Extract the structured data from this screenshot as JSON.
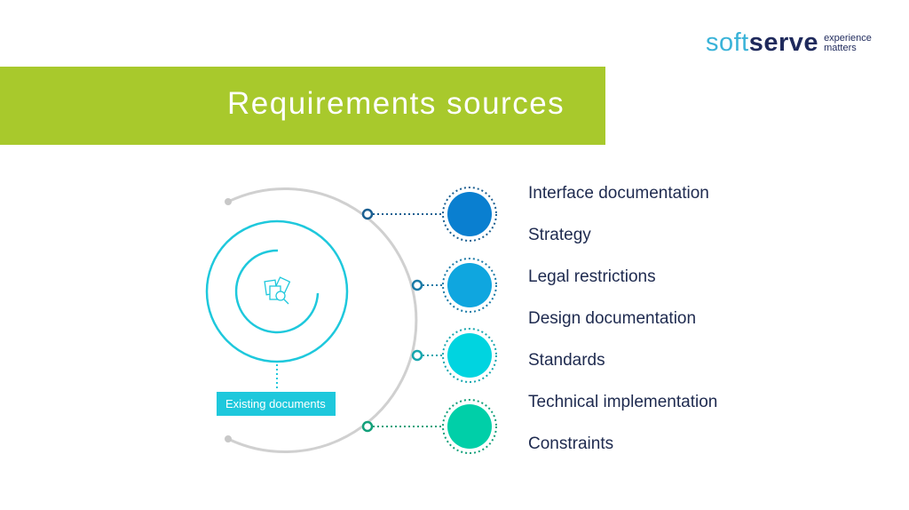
{
  "title": "Requirements sources",
  "logo": {
    "brand_part1": "soft",
    "brand_part2": "serve",
    "tagline_1": "experience",
    "tagline_2": "matters"
  },
  "center": {
    "label": "Existing documents",
    "icon": "documents-search-icon"
  },
  "colors": {
    "banner": "#a8c92c",
    "circle_1": "#0a7fd0",
    "circle_2": "#0fa6df",
    "circle_3": "#00d4e0",
    "circle_4": "#00cfa8"
  },
  "sources": [
    "Interface documentation",
    "Strategy",
    "Legal restrictions",
    "Design documentation",
    "Standards",
    "Technical implementation",
    "Constraints"
  ]
}
